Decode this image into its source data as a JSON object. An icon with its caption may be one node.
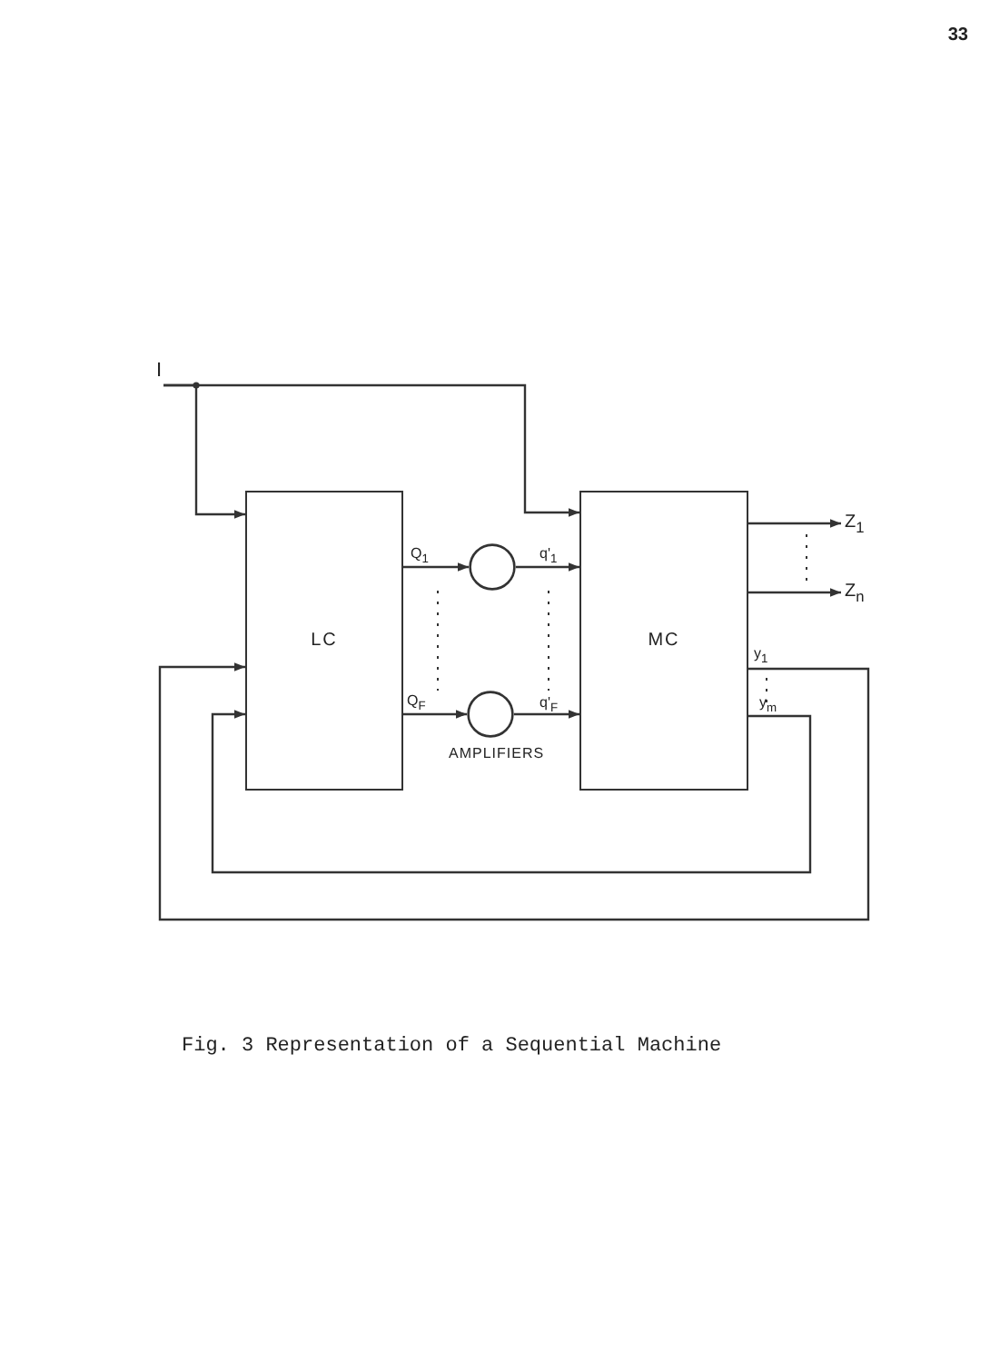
{
  "diagram": {
    "caption": "Fig. 3  Representation of a Sequential Machine",
    "nodes": [
      {
        "text": [
          "I"
        ]
      },
      {
        "text": [
          "LC"
        ]
      },
      {
        "text": [
          "MC"
        ]
      },
      {
        "text": [],
        "shape": "circle"
      },
      {
        "text": [],
        "shape": "circle",
        "beside": [
          "AMPLIFIERS"
        ]
      },
      {
        "text": [
          "Z$_{1}$"
        ]
      },
      {
        "text": [
          "Z$_{n}$"
        ]
      }
    ],
    "edges": [
      {
        "from": 0,
        "to": 1,
        "arrow": "to"
      },
      {
        "from": 0,
        "to": 2,
        "arrow": "to"
      },
      {
        "from": 1,
        "to": 3,
        "arrow": "to",
        "label": "Q$_{1}$"
      },
      {
        "from": 3,
        "to": 2,
        "arrow": "to",
        "label": "q'$_{1}$"
      },
      {
        "from": 1,
        "to": 4,
        "arrow": "to",
        "label": "Q$_{F}$"
      },
      {
        "from": 4,
        "to": 2,
        "arrow": "to",
        "label": "q'$_{F}$"
      },
      {
        "from": 2,
        "to": 5,
        "arrow": "to"
      },
      {
        "from": 2,
        "to": 6,
        "arrow": "to"
      },
      {
        "from": 2,
        "to": 1,
        "arrow": "to",
        "label": "y$_{1}$"
      },
      {
        "from": 2,
        "to": 1,
        "arrow": "to",
        "label": "y$_{m}$"
      }
    ],
    "labels": [
      "33"
    ]
  }
}
